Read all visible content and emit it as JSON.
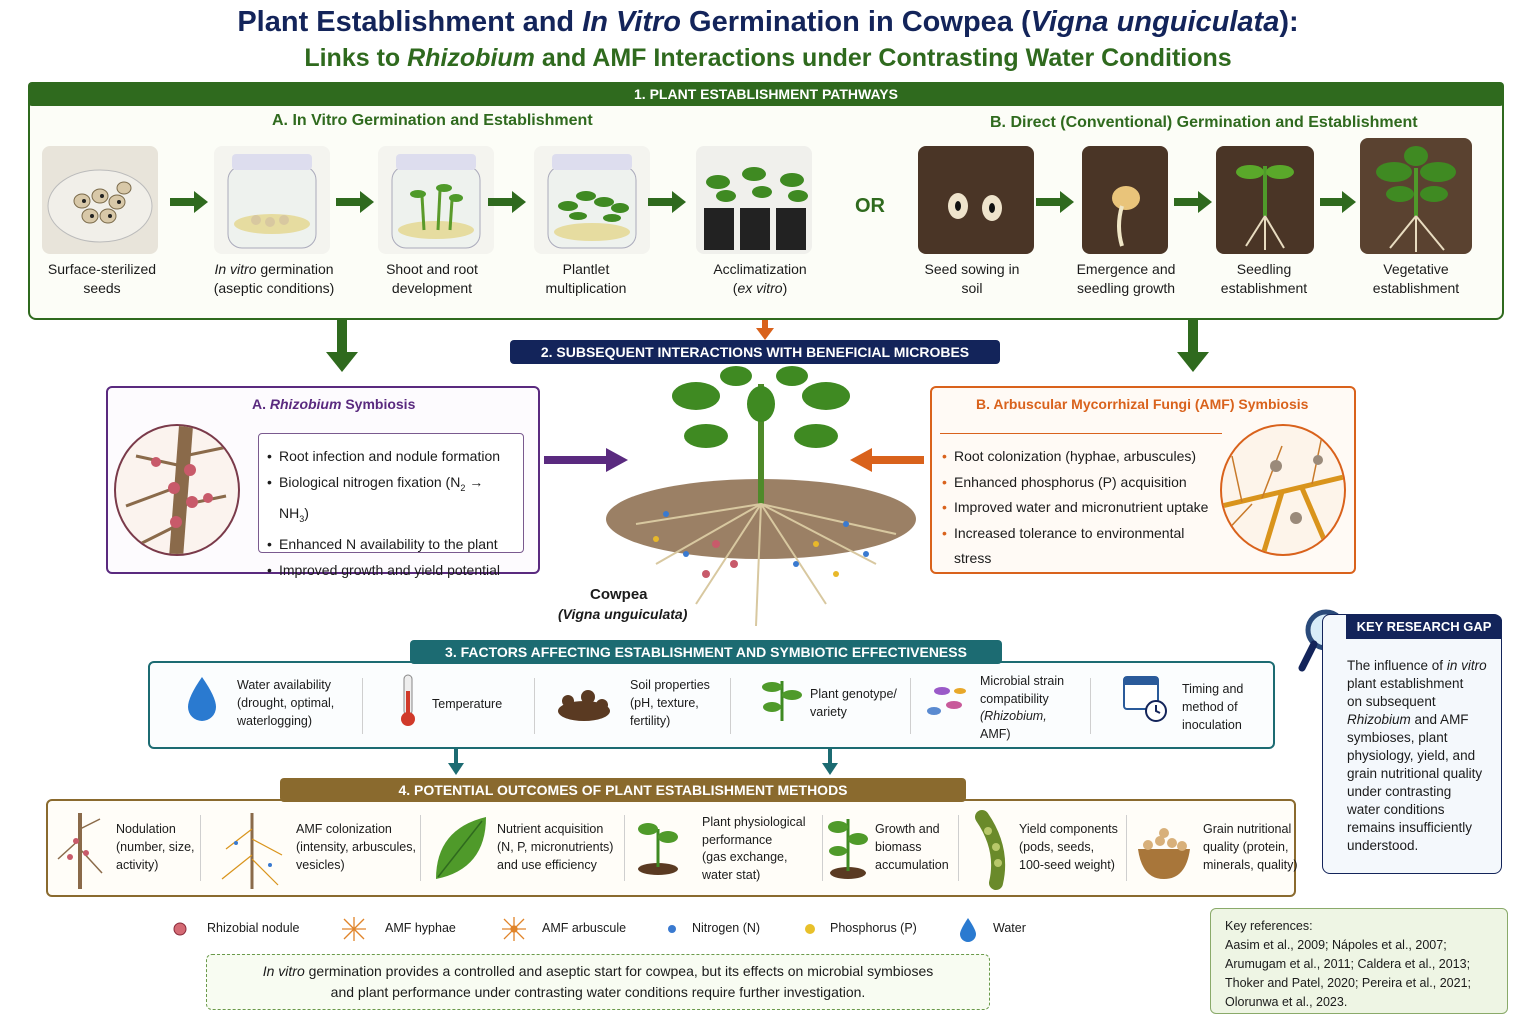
{
  "title": {
    "line1_a": "Plant Establishment and ",
    "line1_b": "In Vitro",
    "line1_c": " Germination in Cowpea (",
    "line1_d": "Vigna unguiculata",
    "line1_e": "):",
    "line2_a": "Links to ",
    "line2_b": "Rhizobium",
    "line2_c": " and AMF Interactions under Contrasting Water Conditions"
  },
  "section1": {
    "header": "1. PLANT ESTABLISHMENT PATHWAYS",
    "a_title": "A. In Vitro Germination and Establishment",
    "b_title": "B. Direct (Conventional) Germination and Establishment",
    "or": "OR",
    "a_steps": [
      {
        "l1": "Surface-sterilized",
        "l2": "seeds"
      },
      {
        "l1i": "In vitro",
        "l1": " germination",
        "l2": "(aseptic conditions)"
      },
      {
        "l1": "Shoot and root",
        "l2": "development"
      },
      {
        "l1": "Plantlet",
        "l2": "multiplication"
      },
      {
        "l1": "Acclimatization",
        "l2": "ex vitro"
      }
    ],
    "b_steps": [
      {
        "l1": "Seed sowing in",
        "l2": "soil"
      },
      {
        "l1": "Emergence and",
        "l2": "seedling growth"
      },
      {
        "l1": "Seedling",
        "l2": "establishment"
      },
      {
        "l1": "Vegetative",
        "l2": "establishment"
      }
    ]
  },
  "section2": {
    "header": "2. SUBSEQUENT INTERACTIONS WITH BENEFICIAL MICROBES",
    "rhizo": {
      "title_a": "A. ",
      "title_b": "Rhizobium",
      "title_c": " Symbiosis",
      "items": [
        "Root infection and nodule formation",
        "Biological nitrogen fixation (N",
        "Enhanced N availability to the plant",
        "Improved growth and yield potential"
      ]
    },
    "amf": {
      "title": "B. Arbuscular Mycorrhizal Fungi (AMF) Symbiosis",
      "items": [
        "Root colonization (hyphae, arbuscules)",
        "Enhanced phosphorus (P) acquisition",
        "Improved water and micronutrient uptake",
        "Increased tolerance to environmental stress"
      ]
    },
    "plant_name": "Cowpea",
    "plant_sci": "(Vigna unguiculata)"
  },
  "section3": {
    "header": "3. FACTORS AFFECTING ESTABLISHMENT AND SYMBIOTIC EFFECTIVENESS",
    "factors": [
      {
        "icon": "water-drop-icon",
        "lines": [
          "Water availability",
          "(drought, optimal,",
          "waterlogging)"
        ]
      },
      {
        "icon": "thermometer-icon",
        "lines": [
          "Temperature"
        ]
      },
      {
        "icon": "soil-icon",
        "lines": [
          "Soil properties",
          "(pH, texture,",
          "fertility)"
        ]
      },
      {
        "icon": "seedling-icon",
        "lines": [
          "Plant genotype/",
          "variety"
        ]
      },
      {
        "icon": "microbes-icon",
        "lines": [
          "Microbial strain",
          "compatibility",
          "(Rhizobium,",
          "AMF)"
        ]
      },
      {
        "icon": "calendar-clock-icon",
        "lines": [
          "Timing and",
          "method of",
          "inoculation"
        ]
      }
    ]
  },
  "section4": {
    "header": "4. POTENTIAL OUTCOMES OF PLANT ESTABLISHMENT METHODS",
    "outcomes": [
      {
        "icon": "nodule-root-icon",
        "lines": [
          "Nodulation",
          "(number, size,",
          "activity)"
        ]
      },
      {
        "icon": "amf-root-icon",
        "lines": [
          "AMF colonization",
          "(intensity, arbuscules,",
          "vesicles)"
        ]
      },
      {
        "icon": "leaf-icon",
        "lines": [
          "Nutrient acquisition",
          "(N, P, micronutrients)",
          "and use efficiency"
        ]
      },
      {
        "icon": "plant-icon",
        "lines": [
          "Plant physiological",
          "performance",
          "(gas exchange,",
          "water stat)"
        ]
      },
      {
        "icon": "growing-plant-icon",
        "lines": [
          "Growth and",
          "biomass",
          "accumulation"
        ]
      },
      {
        "icon": "pod-icon",
        "lines": [
          "Yield components",
          "(pods, seeds,",
          "100-seed weight)"
        ]
      },
      {
        "icon": "bean-bowl-icon",
        "lines": [
          "Grain nutritional",
          "quality (protein,",
          "minerals, quality)"
        ]
      }
    ]
  },
  "legend": [
    {
      "icon": "nodule-icon",
      "label": "Rhizobial nodule"
    },
    {
      "icon": "hyphae-icon",
      "label": "AMF hyphae"
    },
    {
      "icon": "arbuscule-icon",
      "label": "AMF arbuscule"
    },
    {
      "icon": "nitrogen-dot-icon",
      "label": "Nitrogen (N)"
    },
    {
      "icon": "phosphorus-dot-icon",
      "label": "Phosphorus (P)"
    },
    {
      "icon": "water-icon",
      "label": "Water"
    }
  ],
  "conclusion": {
    "a": "In vitro",
    "b": " germination provides a controlled and aseptic start for cowpea, but its effects on microbial symbioses",
    "c": "and plant performance under contrasting water conditions require further investigation."
  },
  "gap": {
    "header": "KEY RESEARCH GAP",
    "lines": [
      "The influence of ",
      "in vitro",
      "plant establishment",
      "on subsequent",
      "Rhizobium",
      " and AMF",
      "symbioses, plant",
      "physiology, yield, and",
      "grain nutritional quality",
      "under contrasting",
      "water conditions",
      "remains insufficiently",
      "understood."
    ]
  },
  "refs": {
    "header": "Key references:",
    "lines": [
      "Aasim et al., 2009; Nápoles et al., 2007;",
      "Arumugam et al., 2011; Caldera et al., 2013;",
      "Thoker and Patel, 2020; Pereira et al., 2021;",
      "Olorunwa et al., 2023."
    ]
  },
  "colors": {
    "navy": "#13245a",
    "green": "#2f6a1e",
    "purple": "#5a2a7f",
    "orange": "#d9621c",
    "teal": "#1c6b72",
    "brown": "#8a6a2e"
  }
}
